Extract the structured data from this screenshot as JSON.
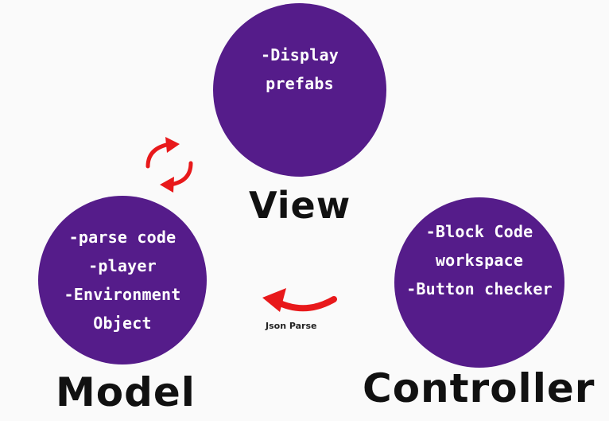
{
  "nodes": {
    "view": {
      "title": "View",
      "lines": [
        "-Display",
        "prefabs"
      ]
    },
    "model": {
      "title": "Model",
      "lines": [
        "-parse code",
        "-player",
        "-Environment",
        "Object"
      ]
    },
    "controller": {
      "title": "Controller",
      "lines": [
        "-Block Code",
        "workspace",
        "-Button checker"
      ]
    }
  },
  "edges": [
    {
      "from": "controller",
      "to": "model",
      "label": "Json Parse",
      "color": "#e8191b"
    },
    {
      "from": "model",
      "to": "view",
      "label": "",
      "bidirectional": true,
      "color": "#e8191b"
    }
  ],
  "colors": {
    "node_fill": "#551c8a",
    "arrow": "#e8191b",
    "title": "#111111",
    "background": "#fafafa"
  }
}
